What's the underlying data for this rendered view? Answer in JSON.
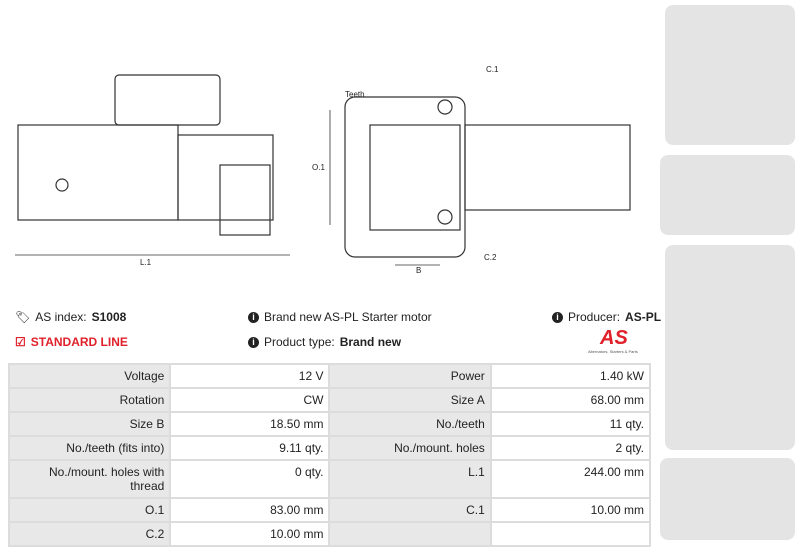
{
  "drawing": {
    "labels": {
      "l1": "L.1",
      "o1": "O.1",
      "teeth": "Teeth",
      "c1": "C.1",
      "c2": "C.2",
      "b": "B"
    }
  },
  "info": {
    "as_index_label": "AS index:",
    "as_index_value": "S1008",
    "line": "STANDARD LINE",
    "description": "Brand new AS-PL Starter motor",
    "product_type_label": "Product type:",
    "product_type_value": "Brand new",
    "producer_label": "Producer:",
    "producer_value": "AS-PL",
    "logo_text": "AS",
    "logo_tagline": "Alternators, Starters & Parts"
  },
  "colors": {
    "accent": "#e0202a",
    "key_bg": "#e8e8e8",
    "border": "#dcdcdc"
  },
  "specs": [
    [
      {
        "k": "Voltage",
        "v": "12 V"
      },
      {
        "k": "Power",
        "v": "1.40 kW"
      }
    ],
    [
      {
        "k": "Rotation",
        "v": "CW"
      },
      {
        "k": "Size A",
        "v": "68.00 mm"
      }
    ],
    [
      {
        "k": "Size B",
        "v": "18.50 mm"
      },
      {
        "k": "No./teeth",
        "v": "11 qty."
      }
    ],
    [
      {
        "k": "No./teeth (fits into)",
        "v": "9.11 qty."
      },
      {
        "k": "No./mount. holes",
        "v": "2 qty."
      }
    ],
    [
      {
        "k": "No./mount. holes with thread",
        "v": "0 qty."
      },
      {
        "k": "L.1",
        "v": "244.00 mm"
      }
    ],
    [
      {
        "k": "O.1",
        "v": "83.00 mm"
      },
      {
        "k": "C.1",
        "v": "10.00 mm"
      }
    ],
    [
      {
        "k": "C.2",
        "v": "10.00 mm"
      },
      {
        "k": "",
        "v": ""
      }
    ]
  ]
}
